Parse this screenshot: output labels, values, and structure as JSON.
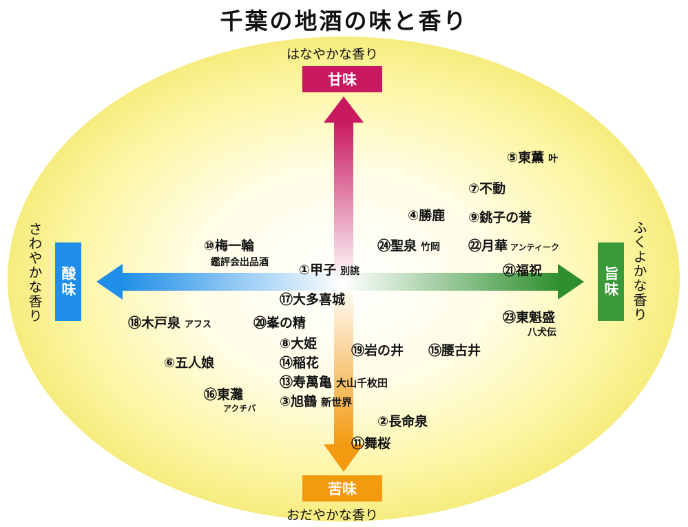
{
  "title": "千葉の地酒の味と香り",
  "axes": {
    "top": {
      "label": "甘味",
      "aroma": "はなやかな香り",
      "color": "#c8185f"
    },
    "bottom": {
      "label": "苦味",
      "aroma": "おだやかな香り",
      "color": "#f39a10"
    },
    "left": {
      "label": "酸味",
      "aroma": "さわやかな香り",
      "color": "#1e8ee8"
    },
    "right": {
      "label": "旨味",
      "aroma": "ふくよかな香り",
      "color": "#3a9a3a"
    }
  },
  "sake": {
    "s5": {
      "num": "⑤",
      "name": "東薫",
      "note": "叶"
    },
    "s7": {
      "num": "⑦",
      "name": "不動"
    },
    "s4": {
      "num": "④",
      "name": "勝鹿"
    },
    "s9": {
      "num": "⑨",
      "name": "銚子の誉"
    },
    "s24": {
      "num": "㉔",
      "name": "聖泉",
      "note": "竹岡"
    },
    "s22": {
      "num": "㉒",
      "name": "月華",
      "note": "アンティーク"
    },
    "s21": {
      "num": "㉑",
      "name": "福祝"
    },
    "s10": {
      "num": "⑩",
      "name": "梅一輪",
      "note": "鑑評会出品酒"
    },
    "s1": {
      "num": "①",
      "name": "甲子",
      "note": "別誂"
    },
    "s17": {
      "num": "⑰",
      "name": "大多喜城"
    },
    "s18": {
      "num": "⑱",
      "name": "木戸泉",
      "note": "アフス"
    },
    "s20": {
      "num": "⑳",
      "name": "峯の精"
    },
    "s23": {
      "num": "㉓",
      "name": "東魁盛",
      "note": "八犬伝"
    },
    "s8": {
      "num": "⑧",
      "name": "大姫"
    },
    "s6": {
      "num": "⑥",
      "name": "五人娘"
    },
    "s14": {
      "num": "⑭",
      "name": "稲花"
    },
    "s19": {
      "num": "⑲",
      "name": "岩の井"
    },
    "s15": {
      "num": "⑮",
      "name": "腰古井"
    },
    "s13": {
      "num": "⑬",
      "name": "寿萬亀",
      "note": "大山千枚田"
    },
    "s16": {
      "num": "⑯",
      "name": "東灘",
      "note": "アクチバ"
    },
    "s3": {
      "num": "③",
      "name": "旭鶴",
      "note": "新世界"
    },
    "s2": {
      "num": "②",
      "name": "長命泉"
    },
    "s11": {
      "num": "⑪",
      "name": "舞桜"
    }
  }
}
